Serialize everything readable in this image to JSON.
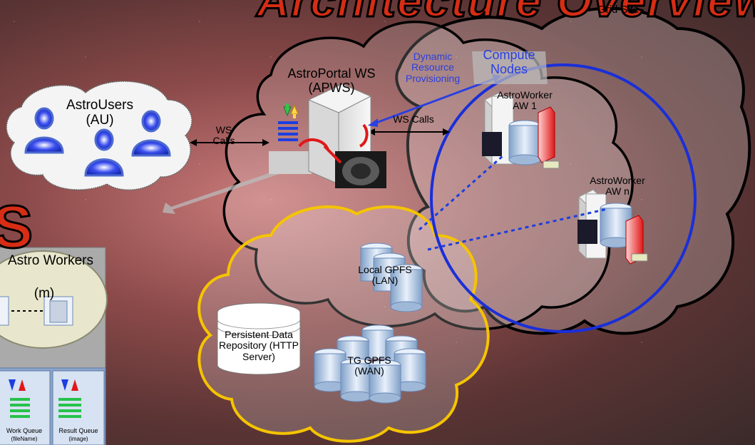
{
  "title": "Architecture Overview",
  "title_partial": "S",
  "labels": {
    "grid_site": "Grid Site",
    "compute_nodes": "Compute Nodes",
    "dynamic_provisioning": "Dynamic Resource Provisioning",
    "astroportal": "AstroPortal WS (APWS)",
    "astrousers": "AstroUsers (AU)",
    "ws_calls_left": "WS Calls",
    "ws_calls_right": "WS Calls",
    "astroworker_1": "AstroWorker AW 1",
    "astroworker_n": "AstroWorker AW n",
    "local_gpfs": "Local GPFS (LAN)",
    "tg_gpfs": "TG GPFS (WAN)",
    "persistent_repo": "Persistent Data Repository (HTTP Server)",
    "astro_workers": "Astro Workers",
    "astro_workers_m": "(m)",
    "work_queue": "Work Queue",
    "work_queue_sub": "(fileName)",
    "result_queue": "Result Queue",
    "result_queue_sub": "(image)"
  },
  "colors": {
    "title_red": "#d62d14",
    "grid_circle_blue": "#1a2fd8",
    "gpfs_cloud_yellow": "#f5c400",
    "provisioning_blue": "#2a40e0"
  }
}
